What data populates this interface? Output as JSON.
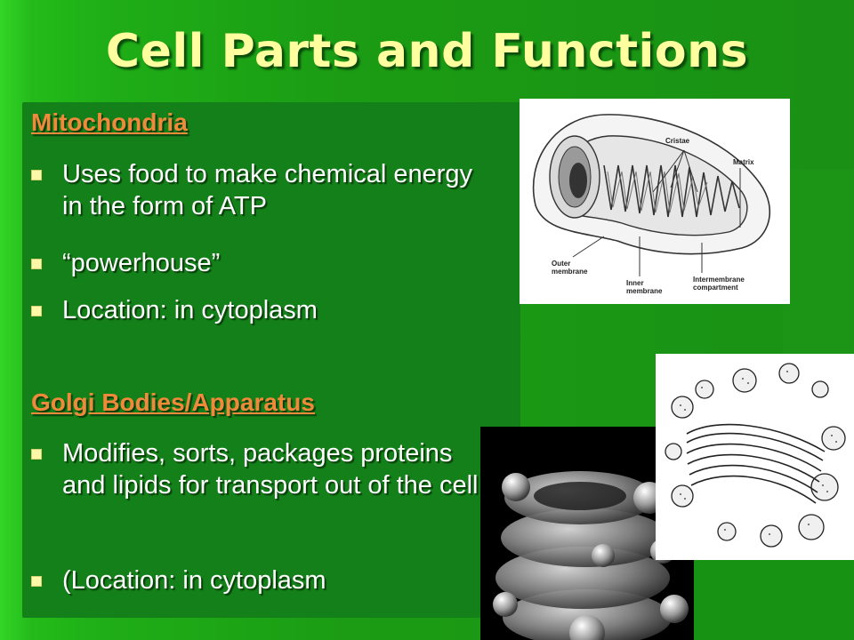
{
  "slide": {
    "title": "Cell Parts and Functions"
  },
  "sections": [
    {
      "heading": "Mitochondria",
      "bullets": [
        "Uses food to make chemical energy in the form of ATP",
        "“powerhouse”",
        "Location:  in cytoplasm"
      ]
    },
    {
      "heading": "Golgi Bodies/Apparatus",
      "bullets": [
        "Modifies, sorts, packages proteins and lipids for transport out of the cell",
        "(Location:  in cytoplasm"
      ]
    }
  ],
  "mito_diagram": {
    "labels": {
      "cristae": "Cristae",
      "matrix": "Matrix",
      "outer": [
        "Outer",
        "membrane"
      ],
      "inner": [
        "Inner",
        "membrane"
      ],
      "intermembrane": [
        "Intermembrane",
        "compartment"
      ]
    }
  },
  "colors": {
    "title": "#ffffa0",
    "heading": "#f08a3a",
    "body_text": "#ffffff",
    "bullet_marker": "#fff8a8"
  }
}
